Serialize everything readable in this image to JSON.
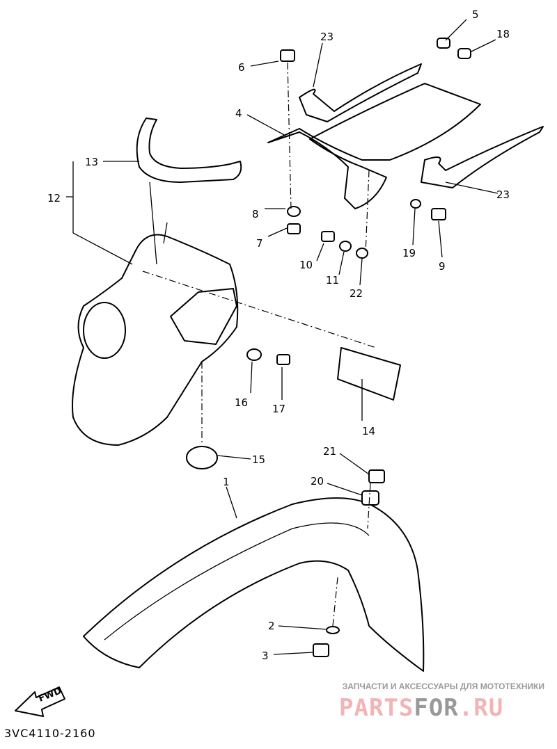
{
  "diagram": {
    "callouts": [
      "1",
      "2",
      "3",
      "4",
      "5",
      "6",
      "7",
      "8",
      "9",
      "10",
      "11",
      "12",
      "13",
      "14",
      "15",
      "16",
      "17",
      "18",
      "19",
      "20",
      "21",
      "22",
      "23",
      "23"
    ],
    "fwd_label": "FWD",
    "diagram_code": "3VC4110-2160"
  },
  "watermark": {
    "tagline": "ЗАПЧАСТИ И АКСЕССУАРЫ ДЛЯ МОТОТЕХНИКИ",
    "logo_part1": "PARTS",
    "logo_part2": "FOR",
    "logo_part3": ".RU",
    "colors": {
      "pink": "#f2b4b6",
      "gray": "#999999"
    }
  }
}
